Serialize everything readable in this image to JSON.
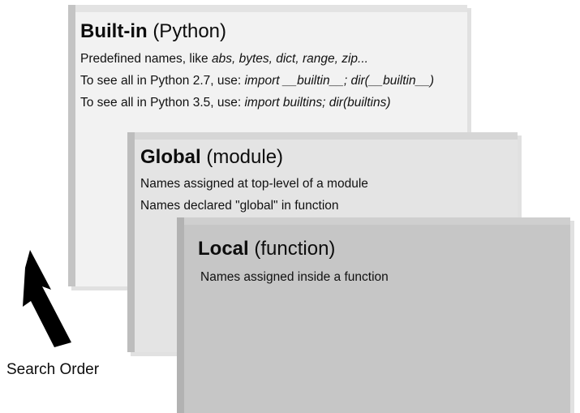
{
  "diagram": {
    "caption": "Search Order",
    "arrow_color": "#000000",
    "scopes": [
      {
        "id": "builtin",
        "name": "Built-in",
        "qualifier": "(Python)",
        "fill": "#f2f2f2",
        "lines": [
          {
            "text": "Predefined names, like ",
            "code": "abs, bytes, dict, range, zip..."
          },
          {
            "text": "To see all in Python 2.7, use: ",
            "code": "import __builtin__; dir(__builtin__)"
          },
          {
            "text": "To see all in Python 3.5, use: ",
            "code": "import builtins; dir(builtins)"
          }
        ]
      },
      {
        "id": "global",
        "name": "Global",
        "qualifier": "(module)",
        "fill": "#e4e4e4",
        "lines": [
          {
            "text": "Names assigned at top-level of a module",
            "code": ""
          },
          {
            "text": "Names declared \"global\" in function",
            "code": ""
          }
        ]
      },
      {
        "id": "local",
        "name": "Local",
        "qualifier": "(function)",
        "fill": "#c6c6c6",
        "lines": [
          {
            "text": "Names assigned inside a function",
            "code": ""
          }
        ]
      }
    ]
  }
}
